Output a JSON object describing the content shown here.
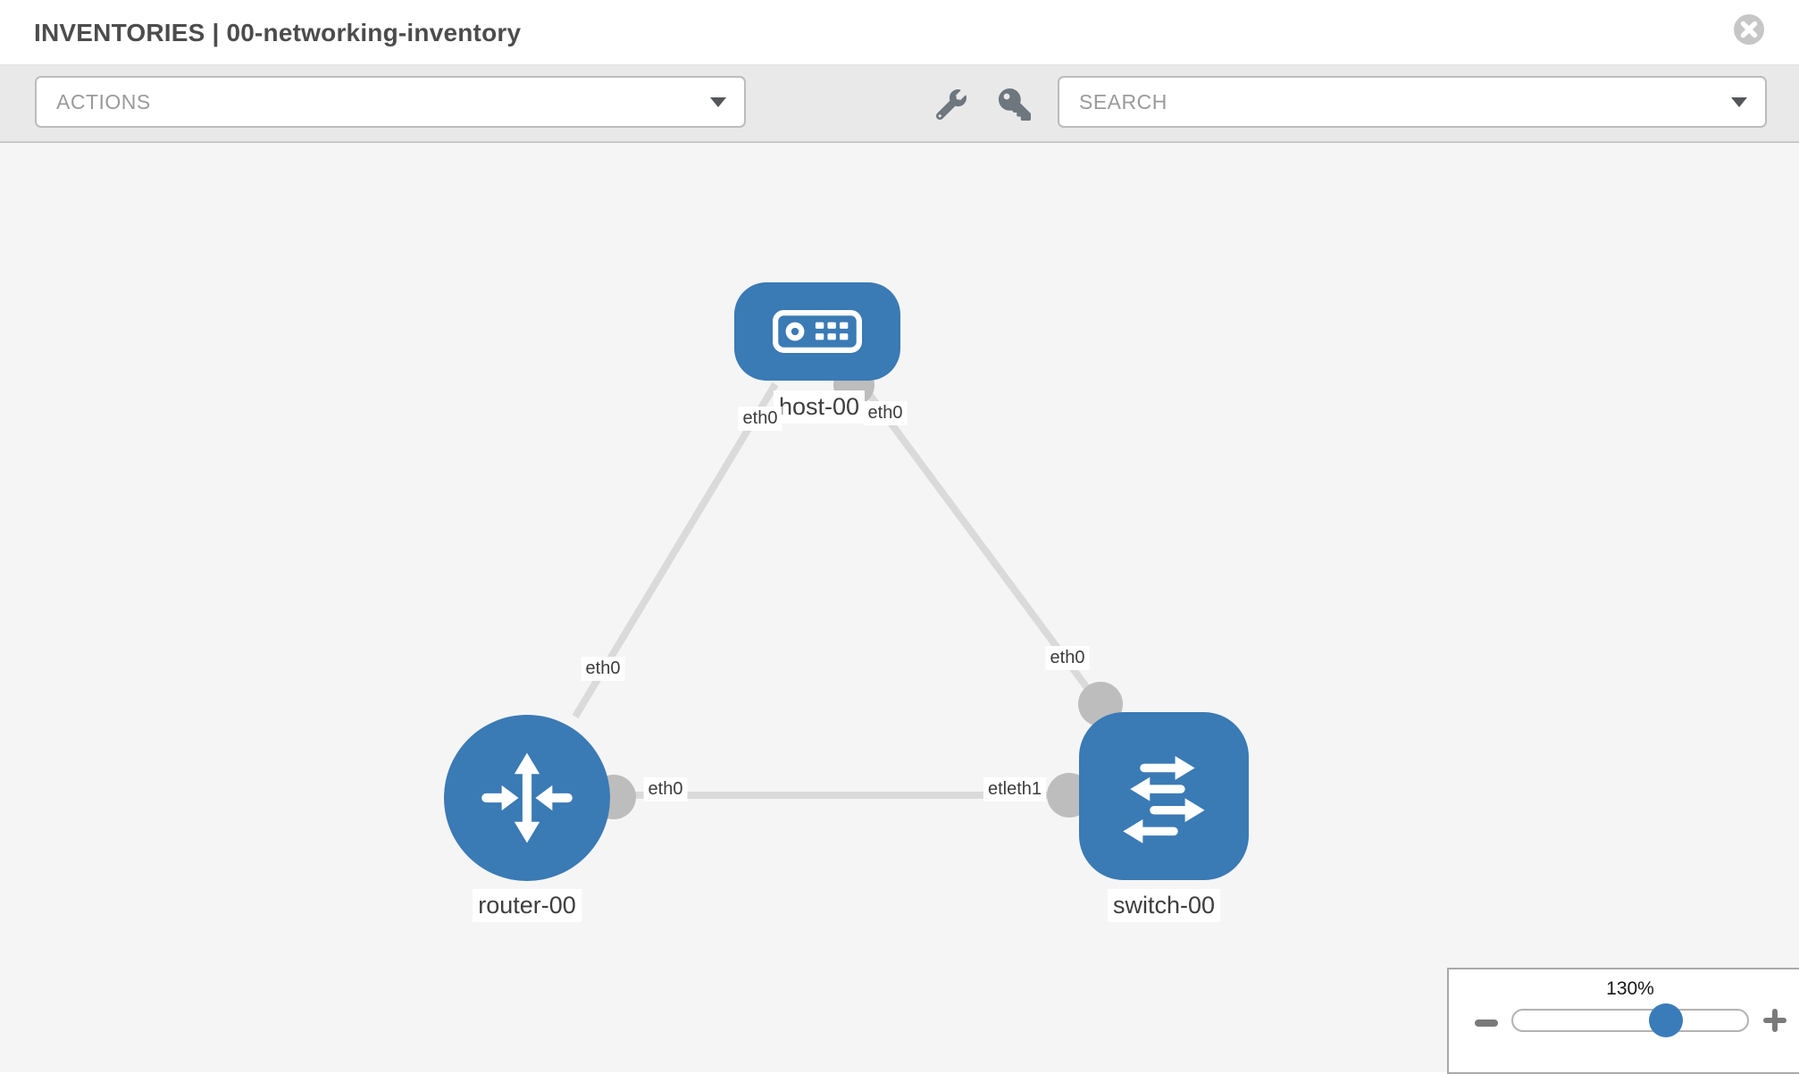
{
  "header": {
    "title": "INVENTORIES | 00-networking-inventory"
  },
  "toolbar": {
    "actions_dropdown": {
      "value": "ACTIONS"
    },
    "search_dropdown": {
      "value": "SEARCH"
    }
  },
  "icons": {
    "close": "close-circle-icon",
    "caret": "caret-down-icon",
    "wrench": "wrench-icon",
    "key": "key-icon",
    "minus": "minus-icon",
    "plus": "plus-icon",
    "host": "host-device-icon",
    "router": "router-device-icon",
    "switch": "switch-device-icon"
  },
  "topology": {
    "nodes": [
      {
        "label": "host-00",
        "type": "host"
      },
      {
        "label": "router-00",
        "type": "router"
      },
      {
        "label": "switch-00",
        "type": "switch"
      }
    ],
    "edge_labels": [
      {
        "text": "eth0"
      },
      {
        "text": "eth0"
      },
      {
        "text": "eth0"
      },
      {
        "text": "eth0"
      },
      {
        "text": "eth0"
      },
      {
        "text": "etleth1"
      }
    ]
  },
  "zoom_control": {
    "level": "130%"
  },
  "colors": {
    "node_blue": "#3a7ab5",
    "link_gray": "#dadada",
    "dot_gray": "#bdbdbd",
    "toolbar_gray": "#e9e9e9",
    "canvas_gray": "#f5f5f5"
  }
}
